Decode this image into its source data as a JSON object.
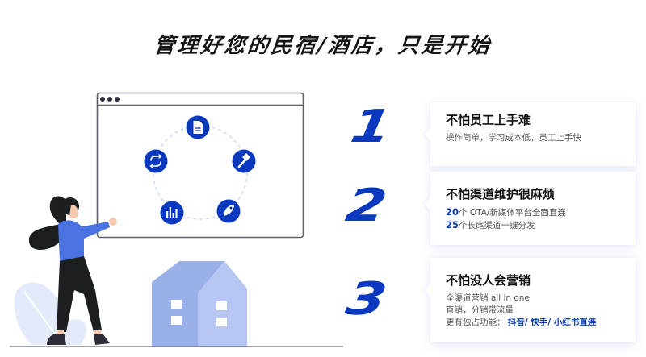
{
  "header": {
    "title": "管理好您的民宿/酒店，只是开始"
  },
  "colors": {
    "accent": "#0a39c0",
    "person_shirt": "#4a72e0",
    "house_dark": "#9ab0e8",
    "house_light": "#b7c6f2",
    "plant": "#e3ebfb",
    "window_border": "#5f5f6c"
  },
  "illustration": {
    "browser_window": {
      "dots": 3,
      "icons": [
        "document-icon",
        "hammer-icon",
        "rocket-icon",
        "bar-chart-icon",
        "sync-icon"
      ]
    }
  },
  "steps": [
    {
      "number": "1",
      "title": "不怕员工上手难",
      "lines": [
        {
          "text": "操作简单，学习成本低，员工上手快"
        }
      ]
    },
    {
      "number": "2",
      "title": "不怕渠道维护很麻烦",
      "lines": [
        {
          "highlight": "20",
          "text": "个 OTA/新媒体平台全面直连"
        },
        {
          "highlight": "25",
          "text": "个长尾渠道一键分发"
        }
      ]
    },
    {
      "number": "3",
      "title": "不怕没人会营销",
      "lines": [
        {
          "text": "全渠道营销 all in one"
        },
        {
          "text": "直销，分销带流量"
        },
        {
          "text": "更有独占功能：",
          "highlight_after": "抖音/ 快手/ 小红书直连"
        }
      ]
    }
  ]
}
